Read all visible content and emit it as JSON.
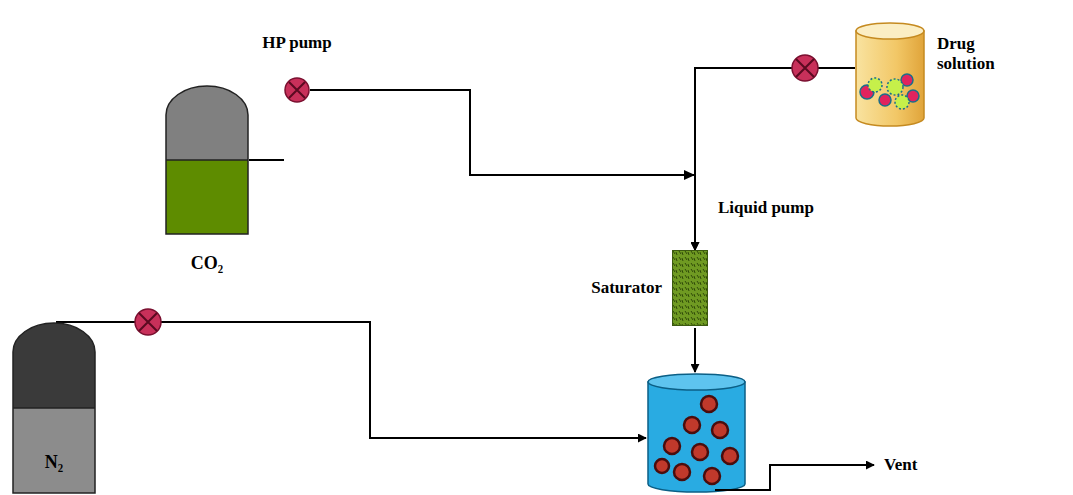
{
  "diagram": {
    "nodes": [
      {
        "text": [
          "CO₂"
        ]
      },
      {
        "text": [
          "HP pump"
        ]
      },
      {
        "text": [
          "Drug solution"
        ]
      },
      {
        "text": [
          "Saturator"
        ]
      },
      {
        "text": [
          "N₂"
        ]
      }
    ],
    "edges": [
      {
        "from": 0,
        "to": 1,
        "arrow": "none"
      },
      {
        "from": 1,
        "to": 3,
        "arrow": "to"
      },
      {
        "from": 2,
        "to": 3,
        "arrow": "to"
      }
    ],
    "labels": [
      "Liquid pump",
      "Vent"
    ]
  }
}
